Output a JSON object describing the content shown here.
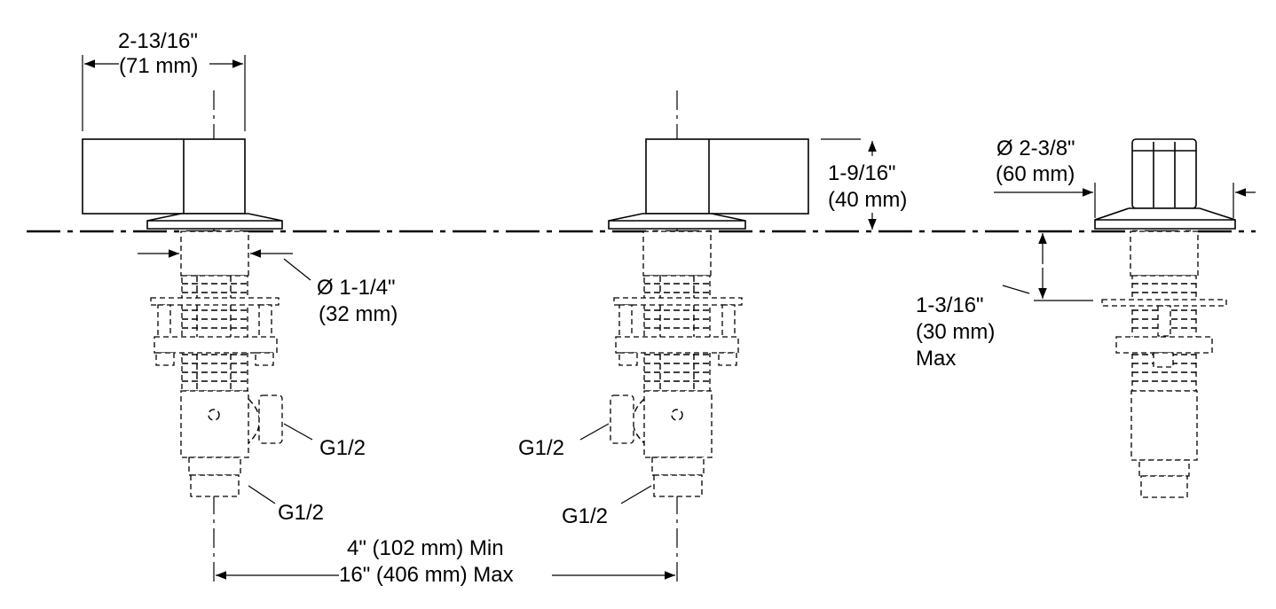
{
  "labels": {
    "handle_width_in": "2-13/16\"",
    "handle_width_mm": "(71 mm)",
    "shank_dia_in": "Ø 1-1/4\"",
    "shank_dia_mm": "(32 mm)",
    "handle_height_in": "1-9/16\"",
    "handle_height_mm": "(40 mm)",
    "spout_dia_in": "Ø 2-3/8\"",
    "spout_dia_mm": "(60 mm)",
    "deck_thick_in": "1-3/16\"",
    "deck_thick_mm": "(30 mm)",
    "deck_thick_max": "Max",
    "left_side_conn": "G1/2",
    "left_bottom_conn": "G1/2",
    "mid_side_conn": "G1/2",
    "mid_bottom_conn": "G1/2",
    "spacing_min": "4\" (102 mm) Min",
    "spacing_max": "16\" (406 mm) Max"
  }
}
